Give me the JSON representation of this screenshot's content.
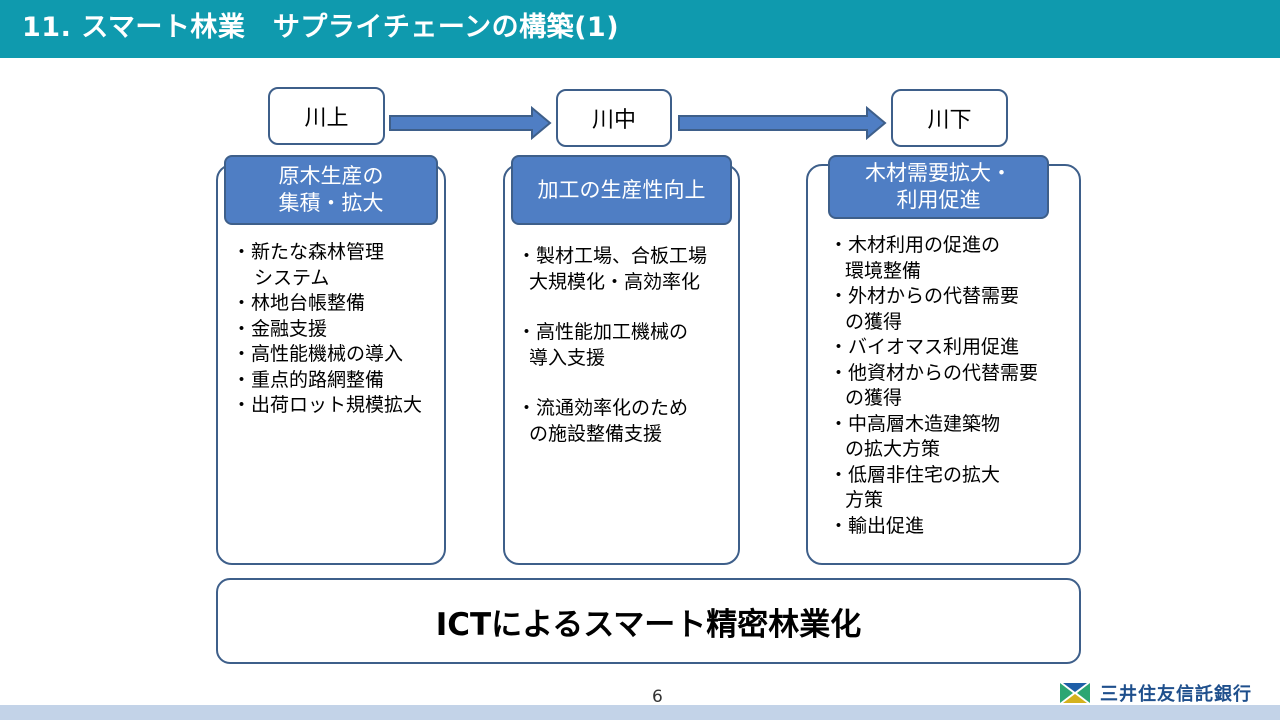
{
  "slide": {
    "title": "11. スマート林業　サプライチェーンの構築(1)",
    "page_number": "6"
  },
  "flow": {
    "stages": [
      {
        "label": "川上"
      },
      {
        "label": "川中"
      },
      {
        "label": "川下"
      }
    ]
  },
  "panels": [
    {
      "title_lines": [
        "原木生産の",
        "集積・拡大"
      ],
      "items": [
        [
          "・新たな森林管理",
          "システム"
        ],
        [
          "・林地台帳整備"
        ],
        [
          "・金融支援"
        ],
        [
          "・高性能機械の導入"
        ],
        [
          "・重点的路網整備"
        ],
        [
          "・出荷ロット規模拡大"
        ]
      ]
    },
    {
      "title_lines": [
        "加工の生産性向上"
      ],
      "items": [
        [
          "・製材工場、合板工場",
          "大規模化・高効率化"
        ],
        [
          "・高性能加工機械の",
          "導入支援"
        ],
        [
          "・流通効率化のため",
          "の施設整備支援"
        ]
      ]
    },
    {
      "title_lines": [
        "木材需要拡大・",
        "利用促進"
      ],
      "items": [
        [
          "・木材利用の促進の",
          "環境整備"
        ],
        [
          "・外材からの代替需要",
          "の獲得"
        ],
        [
          "・バイオマス利用促進"
        ],
        [
          "・他資材からの代替需要",
          "の獲得"
        ],
        [
          "・中高層木造建築物",
          "の拡大方策"
        ],
        [
          "・低層非住宅の拡大",
          "方策"
        ],
        [
          "・輸出促進"
        ]
      ]
    }
  ],
  "bottom": {
    "label": "ICTによるスマート精密林業化"
  },
  "logo": {
    "text": "三井住友信託銀行",
    "icon": "mitsui-sumitomo-trust-logo-icon"
  },
  "colors": {
    "header": "#0F9AAE",
    "panel_title": "#4F7EC4",
    "border": "#3E5F8A",
    "arrow": "#4F7EC4",
    "footer_bar": "#C3D3E8",
    "logo_text": "#1E4F8C"
  }
}
